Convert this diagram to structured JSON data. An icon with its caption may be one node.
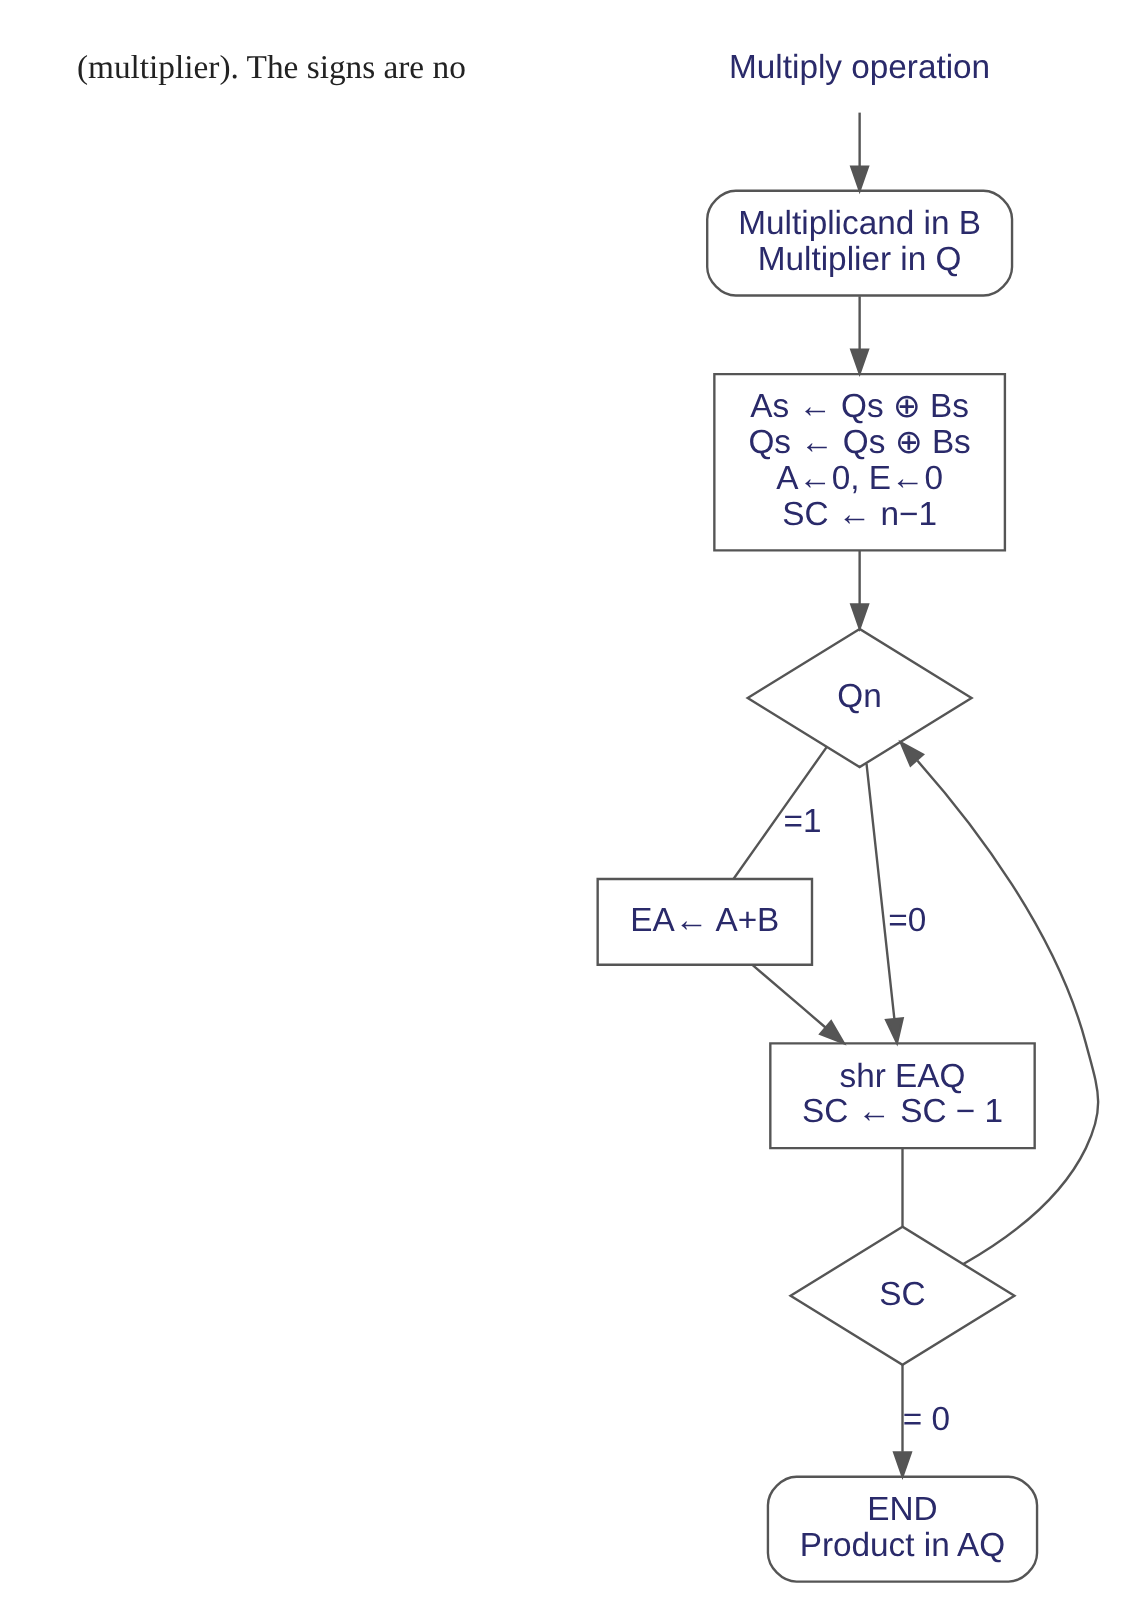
{
  "diagram": {
    "nodes": [
      {
        "text": [
          "Multiply operation"
        ]
      },
      {
        "text": [
          "Multiplicand in B",
          "Multiplier in Q"
        ]
      },
      {
        "text": [
          "As ← Qs ⊕ Bs",
          "Qs ← Qs ⊕ Bs",
          "A←0, E←0",
          "SC ← n−1"
        ]
      },
      {
        "text": [
          "Qn"
        ]
      },
      {
        "text": [
          "EA← A+B"
        ]
      },
      {
        "text": [
          "shr EAQ",
          "SC ← SC − 1"
        ]
      },
      {
        "text": [
          "SC"
        ]
      },
      {
        "text": [
          "END",
          "Product in AQ"
        ]
      }
    ],
    "edges": [
      {
        "from": 0,
        "to": 1,
        "arrow": "to"
      },
      {
        "from": 1,
        "to": 2,
        "arrow": "to"
      },
      {
        "from": 2,
        "to": 3,
        "arrow": "to"
      },
      {
        "from": 3,
        "to": 5,
        "arrow": "to",
        "label": "=0"
      },
      {
        "from": 3,
        "to": 4,
        "arrow": "none",
        "label": "=1"
      },
      {
        "from": 4,
        "to": 5,
        "arrow": "to"
      },
      {
        "from": 5,
        "to": 6,
        "arrow": "none"
      },
      {
        "from": 6,
        "to": 7,
        "arrow": "to",
        "label": "= 0"
      },
      {
        "from": 6,
        "to": 3,
        "arrow": "to"
      }
    ],
    "labels": [
      "(multiplier). The signs are no"
    ]
  }
}
